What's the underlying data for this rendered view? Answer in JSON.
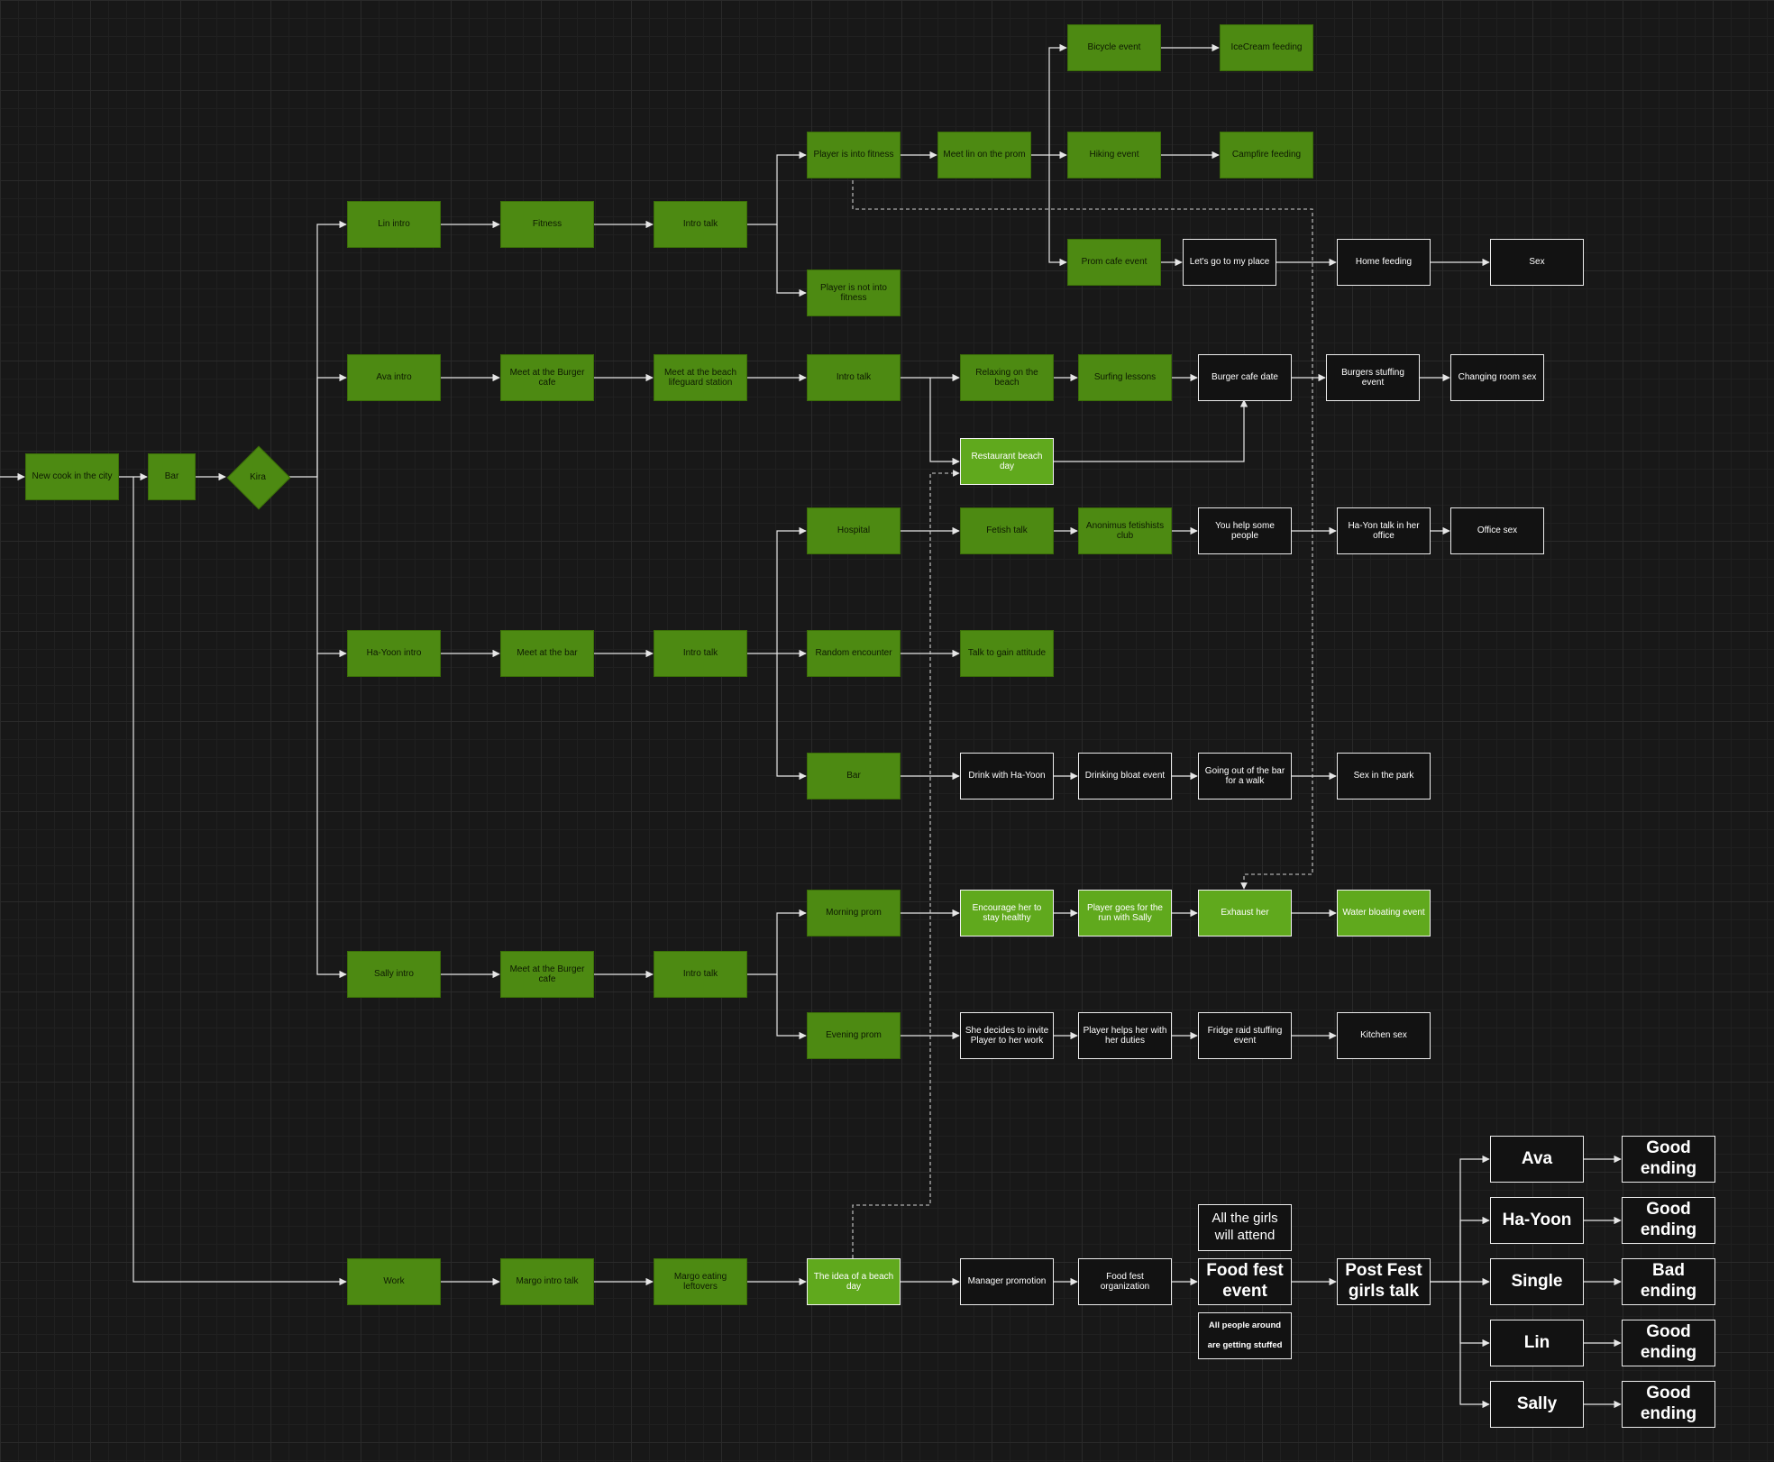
{
  "nodes": {
    "new_cook": "New cook in the city",
    "bar_start": "Bar",
    "kira": "Kira",
    "lin_intro": "Lin intro",
    "lin_fitness": "Fitness",
    "lin_intro_talk": "Intro talk",
    "lin_into_fitness": "Player is into fitness",
    "lin_not_fitness": "Player is not into fitness",
    "lin_meet_prom": "Meet lin on the prom",
    "lin_bicycle": "Bicycle event",
    "lin_icecream": "IceCream feeding",
    "lin_hiking": "Hiking event",
    "lin_campfire": "Campfire feeding",
    "lin_prom_cafe": "Prom cafe event",
    "lin_my_place": "Let's go to my place",
    "lin_home_feeding": "Home feeding",
    "lin_sex": "Sex",
    "ava_intro": "Ava intro",
    "ava_burger": "Meet at the Burger cafe",
    "ava_beach": "Meet at the beach lifeguard station",
    "ava_intro_talk": "Intro talk",
    "ava_relax": "Relaxing on the beach",
    "ava_surf": "Surfing lessons",
    "ava_burger_date": "Burger cafe date",
    "ava_burgers_stuffing": "Burgers stuffing event",
    "ava_changing": "Changing room sex",
    "ava_restaurant": "Restaurant beach day",
    "hy_intro": "Ha-Yoon intro",
    "hy_meet_bar": "Meet at the bar",
    "hy_intro_talk": "Intro talk",
    "hy_hospital": "Hospital",
    "hy_fetish": "Fetish talk",
    "hy_club": "Anonimus fetishists club",
    "hy_help": "You help some people",
    "hy_office_talk": "Ha-Yon talk in her office",
    "hy_office_sex": "Office sex",
    "hy_random": "Random encounter",
    "hy_attitude": "Talk to gain attitude",
    "hy_bar": "Bar",
    "hy_drink": "Drink with Ha-Yoon",
    "hy_bloat": "Drinking bloat event",
    "hy_walk": "Going out of the bar for a walk",
    "hy_park": "Sex in the park",
    "sally_intro": "Sally intro",
    "sally_burger": "Meet at the Burger cafe",
    "sally_intro_talk": "Intro talk",
    "sally_morning": "Morning prom",
    "sally_encourage": "Encourage her to stay healthy",
    "sally_run": "Player goes for the run with Sally",
    "sally_exhaust": "Exhaust her",
    "sally_water": "Water bloating event",
    "sally_evening": "Evening prom",
    "sally_invite": "She decides to invite Player to her work",
    "sally_helps": "Player helps her with her duties",
    "sally_fridge": "Fridge raid stuffing event",
    "sally_kitchen": "Kitchen sex",
    "work": "Work",
    "margo_talk": "Margo intro talk",
    "margo_eating": "Margo eating leftovers",
    "beach_idea": "The idea of a beach day",
    "manager": "Manager promotion",
    "fest_org": "Food fest organization",
    "girls_attend": "All the girls will attend",
    "food_fest": "Food fest event",
    "people_stuffed": "All people around are getting stuffed",
    "post_fest": "Post Fest girls talk",
    "end_ava": "Ava",
    "end_hayoon": "Ha-Yoon",
    "end_single": "Single",
    "end_lin": "Lin",
    "end_sally": "Sally",
    "ending_ava": "Good ending",
    "ending_hayoon": "Good ending",
    "ending_single": "Bad ending",
    "ending_lin": "Good ending",
    "ending_sally": "Good ending"
  },
  "colors": {
    "background": "#181818",
    "green": "#4d8a12",
    "light_green": "#60a91d",
    "dark": "#121212",
    "edge": "#e6e6e6"
  }
}
